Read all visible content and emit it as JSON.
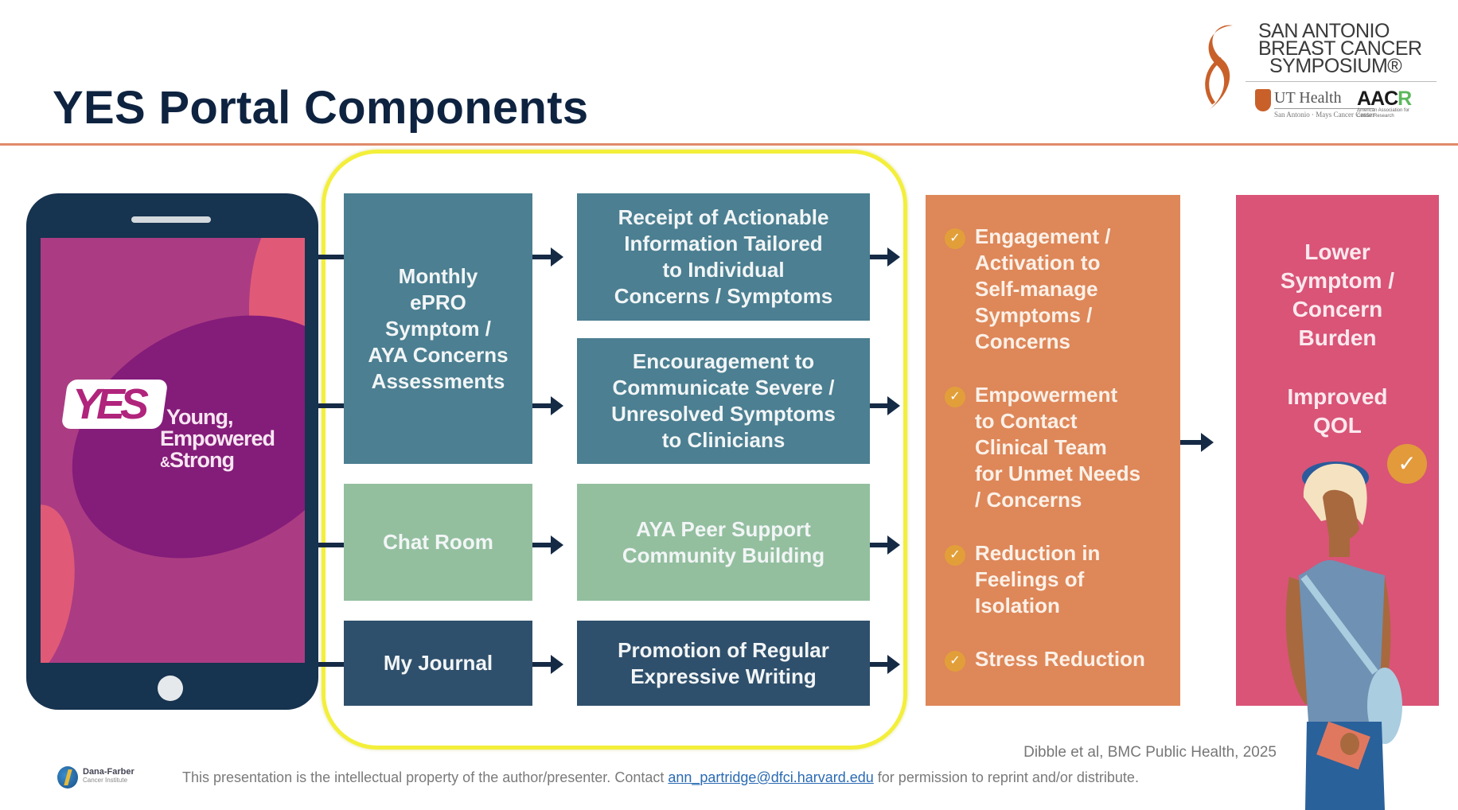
{
  "slide": {
    "title": "YES Portal Components"
  },
  "logo": {
    "name_lines": [
      "SAN ANTONIO",
      "BREAST CANCER",
      "SYMPOSIUM®"
    ],
    "partner1": "UT Health",
    "partner1_sub": "San Antonio · Mays Cancer Center",
    "partner2_prefix": "AAC",
    "partner2_suffix": "R",
    "partner2_sub": "American Association for Cancer Research"
  },
  "phone": {
    "badge": "YES",
    "tagline_line1": "Young,",
    "tagline_line2": "Empowered",
    "tagline_amp": "&",
    "tagline_line3": "Strong"
  },
  "components": [
    {
      "label": "Monthly\nePRO\nSymptom /\nAYA Concerns\nAssessments",
      "color": "#4b7f91"
    },
    {
      "label": "Chat Room",
      "color": "#93bf9f"
    },
    {
      "label": "My Journal",
      "color": "#2f506c"
    }
  ],
  "mechanisms": [
    {
      "label": "Receipt of Actionable\nInformation Tailored\nto Individual\nConcerns / Symptoms",
      "color": "#4b7f91"
    },
    {
      "label": "Encouragement to\nCommunicate Severe /\nUnresolved Symptoms\nto Clinicians",
      "color": "#4b7f91"
    },
    {
      "label": "AYA Peer Support\nCommunity Building",
      "color": "#93bf9f"
    },
    {
      "label": "Promotion of Regular\nExpressive Writing",
      "color": "#2f506c"
    }
  ],
  "intermediate_outcomes": {
    "color": "#de8759",
    "check_glyph": "✓",
    "items": [
      "Engagement /\nActivation to\nSelf-manage\nSymptoms /\nConcerns",
      "Empowerment\nto Contact\nClinical Team\nfor Unmet Needs\n/ Concerns",
      "Reduction in\nFeelings of\nIsolation",
      "Stress Reduction"
    ]
  },
  "final_outcomes": {
    "color": "#d95477",
    "outcome1": "Lower\nSymptom /\nConcern\nBurden",
    "outcome2": "Improved\nQOL",
    "check_glyph": "✓"
  },
  "footer": {
    "citation": "Dibble et al, BMC Public Health, 2025",
    "notice_before": "This presentation is the intellectual property of the author/presenter. Contact ",
    "email": "ann_partridge@dfci.harvard.edu",
    "notice_after": " for permission to reprint and/or distribute.",
    "institution": "Dana-Farber",
    "institution_sub": "Cancer Institute"
  },
  "colors": {
    "title": "#0e2340",
    "rule": "#e08a6a",
    "highlight": "#f3ef3a",
    "arrow": "#152a45"
  }
}
